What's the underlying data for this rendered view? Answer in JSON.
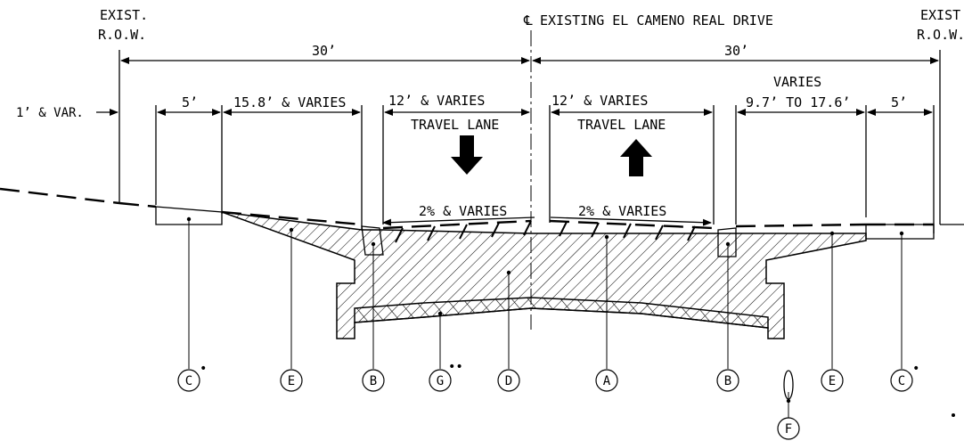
{
  "row": {
    "left_label": [
      "EXIST.",
      "R.O.W."
    ],
    "right_label": [
      "EXIST",
      "R.O.W."
    ]
  },
  "centerline": {
    "symbol": "℄",
    "label": "EXISTING EL CAMENO REAL DRIVE"
  },
  "dimensions": {
    "left_total": "30’",
    "right_total": "30’",
    "left_offset": "1’ & VAR.",
    "left_sidewalk": "5’",
    "left_parkway": "15.8’ & VARIES",
    "left_lane": "12’ & VARIES",
    "right_lane": "12’ & VARIES",
    "right_parkway_top": "VARIES",
    "right_parkway": "9.7’ TO 17.6’",
    "right_sidewalk": "5’"
  },
  "lanes": {
    "left": "TRAVEL LANE",
    "right": "TRAVEL LANE"
  },
  "slopes": {
    "left": "2% & VARIES",
    "right": "2% & VARIES"
  },
  "callouts": [
    {
      "letter": "C",
      "marker": "•"
    },
    {
      "letter": "E",
      "marker": ""
    },
    {
      "letter": "B",
      "marker": ""
    },
    {
      "letter": "G",
      "marker": "••"
    },
    {
      "letter": "D",
      "marker": ""
    },
    {
      "letter": "A",
      "marker": ""
    },
    {
      "letter": "B",
      "marker": ""
    },
    {
      "letter": "E",
      "marker": ""
    },
    {
      "letter": "C",
      "marker": "•"
    },
    {
      "letter": "F",
      "marker": ""
    }
  ],
  "icons": {
    "left_arrow": "arrow-down-icon",
    "right_arrow": "arrow-up-icon"
  },
  "colors": {
    "ink": "#000000",
    "paper": "#ffffff"
  }
}
